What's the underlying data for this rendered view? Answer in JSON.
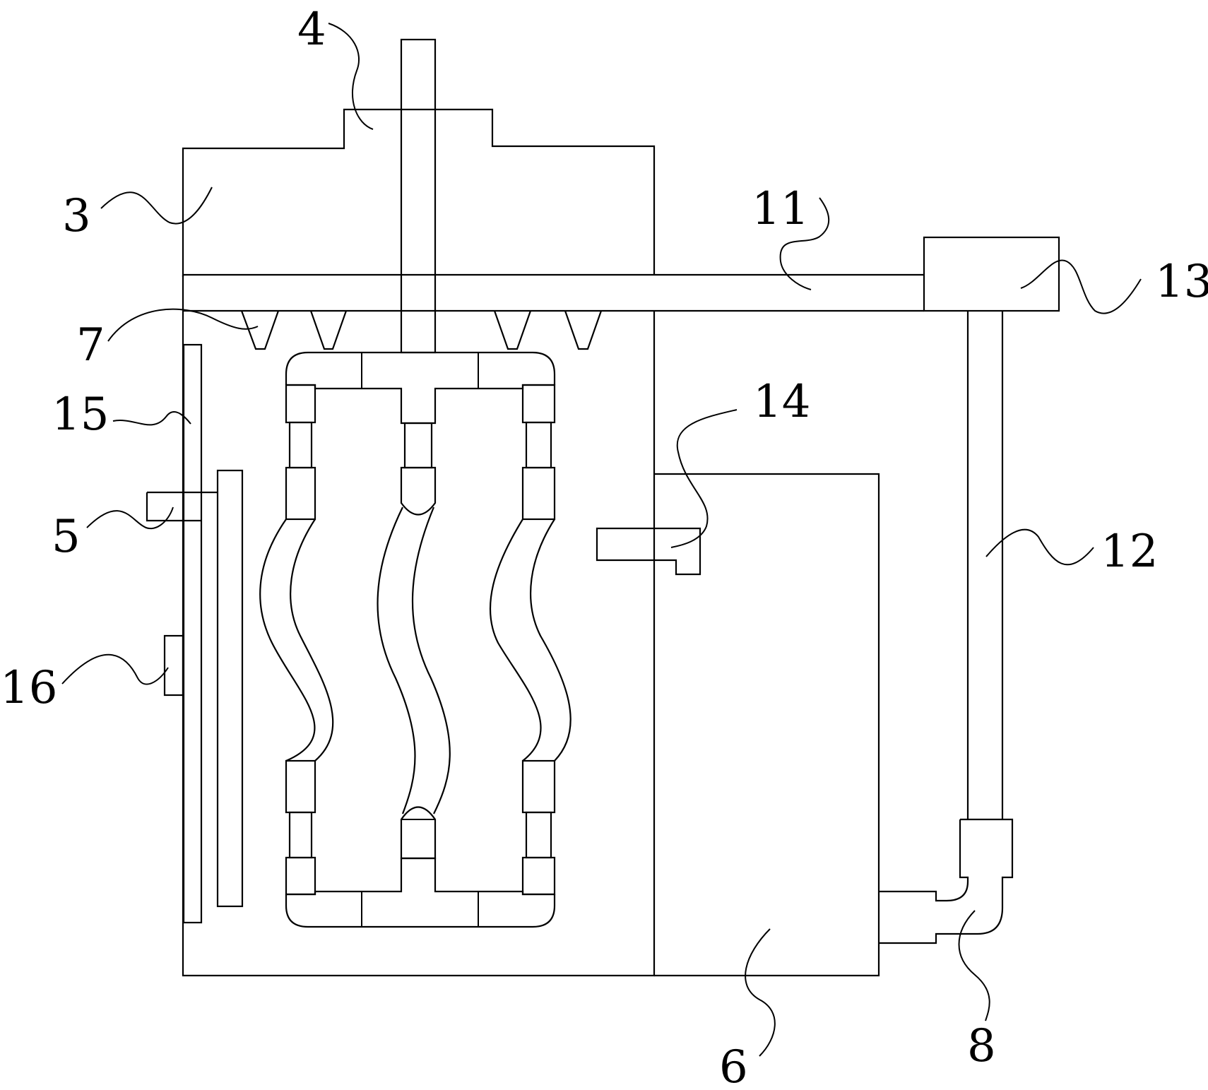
{
  "labels": {
    "l3": "3",
    "l4": "4",
    "l5": "5",
    "l6": "6",
    "l7": "7",
    "l8": "8",
    "l11": "11",
    "l12": "12",
    "l13": "13",
    "l14": "14",
    "l15": "15",
    "l16": "16"
  }
}
